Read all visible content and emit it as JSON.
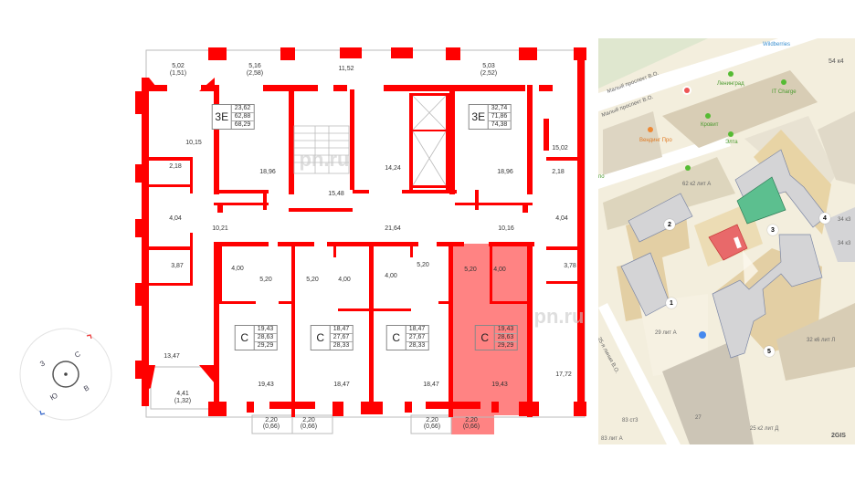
{
  "floorplan": {
    "watermark": "pn.ru",
    "highlight_color": "#ff5a5a",
    "wall_color": "#ff0000",
    "apartments": [
      {
        "type": "3E",
        "values": [
          "23,62",
          "62,88",
          "68,29"
        ]
      },
      {
        "type": "3E",
        "values": [
          "32,74",
          "71,86",
          "74,38"
        ]
      },
      {
        "type": "C",
        "values": [
          "19,43",
          "28,63",
          "29,29"
        ]
      },
      {
        "type": "C",
        "values": [
          "18,47",
          "27,67",
          "28,33"
        ]
      },
      {
        "type": "C",
        "values": [
          "18,47",
          "27,67",
          "28,33"
        ]
      },
      {
        "type": "C",
        "values": [
          "19,43",
          "28,63",
          "29,29"
        ],
        "selected": true
      }
    ],
    "room_labels": [
      "5,02",
      "(1,51)",
      "5,16",
      "(2,58)",
      "11,52",
      "5,03",
      "(2,52)",
      "10,15",
      "15,02",
      "2,18",
      "2,18",
      "18,96",
      "14,24",
      "18,96",
      "15,48",
      "4,04",
      "4,04",
      "10,21",
      "21,64",
      "10,16",
      "3,87",
      "4,00",
      "5,20",
      "5,20",
      "4,00",
      "4,00",
      "5,20",
      "5,20",
      "4,00",
      "3,78",
      "13,47",
      "19,43",
      "18,47",
      "18,47",
      "19,43",
      "17,72",
      "4,41",
      "(1,32)",
      "2,20",
      "(0,66)",
      "2,20",
      "(0,66)",
      "2,20",
      "(0,66)",
      "2,20",
      "(0,66)"
    ]
  },
  "compass": {
    "north": "С",
    "east": "В",
    "south": "Ю",
    "west": "З"
  },
  "map": {
    "provider": "2GIS",
    "labels": {
      "wildberries": "Wildberries",
      "street1": "Малый проспект В.О.",
      "street2": "Малый проспект В.О.",
      "street3": "25-я линия В.О.",
      "leningrad": "Ленинград",
      "itcharge": "IT Charge",
      "vending": "Вендинг Про",
      "krovit": "Кровит",
      "elta": "Элта",
      "b62": "62 к2 лит А",
      "b34a": "34 к3",
      "b34b": "34 к3",
      "b54": "54 к4",
      "b29": "29 лит А",
      "b32": "32 к6 лит Л",
      "b27": "27",
      "b83a": "83 ст3",
      "b83b": "83 лит А",
      "b25": "25 к2 лит Д",
      "edge": "по"
    },
    "markers": [
      "1",
      "2",
      "3",
      "4",
      "5"
    ],
    "selected_color": "#e8696a",
    "other_color": "#5cbf8f"
  }
}
